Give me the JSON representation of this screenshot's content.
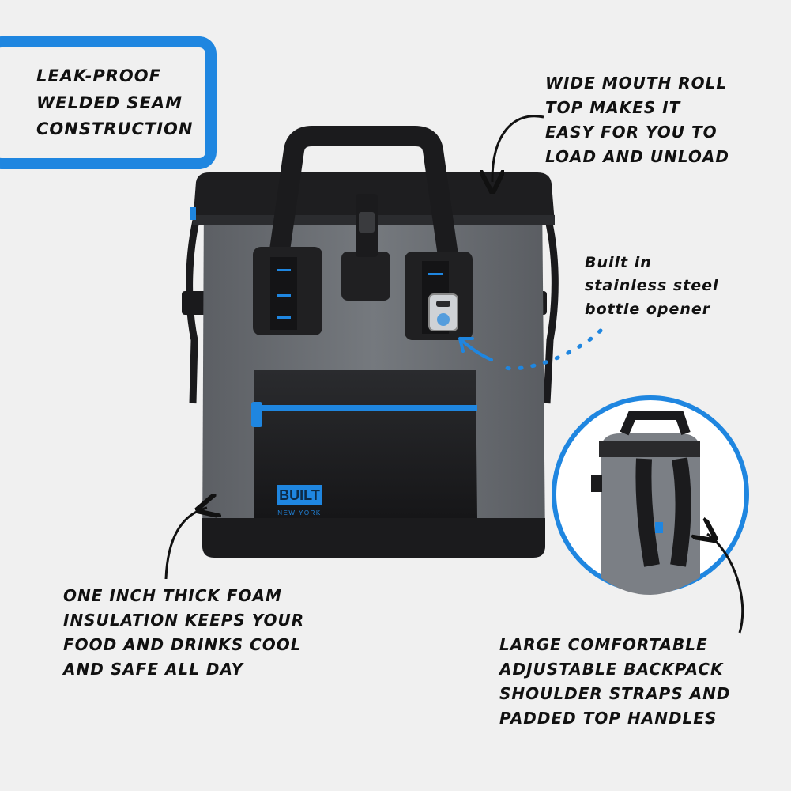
{
  "callouts": {
    "leak_proof": [
      "Leak-Proof",
      "Welded Seam",
      "Construction"
    ],
    "wide_mouth": [
      "Wide Mouth Roll",
      "Top Makes It",
      "Easy For You To",
      "Load And Unload"
    ],
    "opener": [
      "Built in",
      "stainless steel",
      "bottle opener"
    ],
    "foam": [
      "One Inch Thick Foam",
      "insulation Keeps Your",
      "Food And Drinks Cool",
      "And Safe All Day"
    ],
    "straps": [
      "Large Comfortable",
      "Adjustable Backpack",
      "Shoulder Straps And",
      "Padded Top Handles"
    ]
  },
  "brand": {
    "logo": "BUILT",
    "sub": "NEW YORK"
  },
  "colors": {
    "accent": "#1f86e0",
    "bag_body": "#6c6f74",
    "bag_black": "#1b1b1d",
    "background": "#f0f0f0"
  }
}
